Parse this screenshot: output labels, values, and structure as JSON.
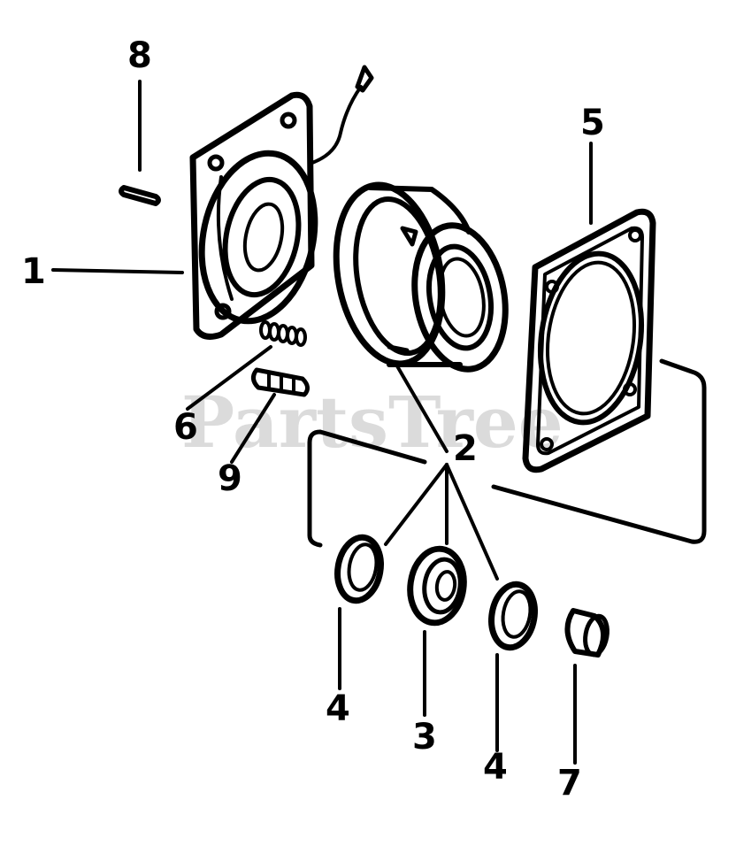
{
  "watermark": "PartsTree",
  "callouts": {
    "1": "1",
    "2": "2",
    "3": "3",
    "4a": "4",
    "4b": "4",
    "5": "5",
    "6": "6",
    "7": "7",
    "8": "8",
    "9": "9"
  },
  "colors": {
    "ink": "#000000",
    "watermark": "#cfcfcf",
    "background": "#ffffff"
  }
}
